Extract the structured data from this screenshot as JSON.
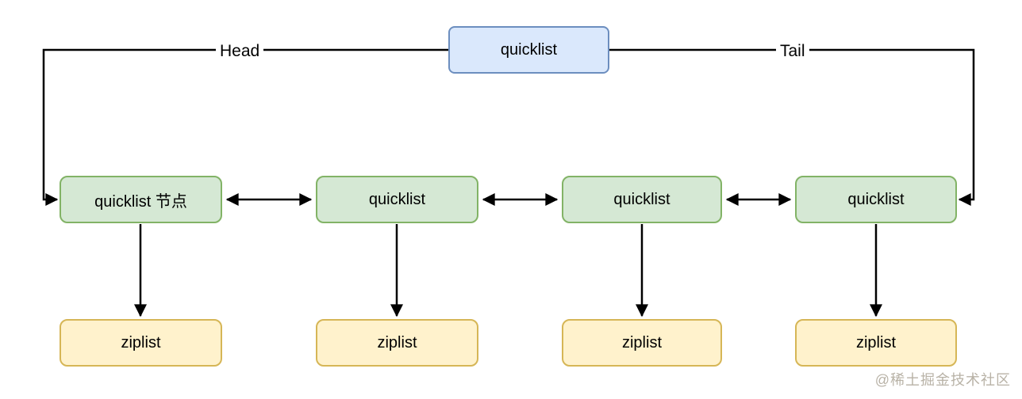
{
  "diagram": {
    "root": {
      "label": "quicklist"
    },
    "edges": {
      "head_label": "Head",
      "tail_label": "Tail"
    },
    "nodes": [
      {
        "label": "quicklist 节点"
      },
      {
        "label": "quicklist"
      },
      {
        "label": "quicklist"
      },
      {
        "label": "quicklist"
      }
    ],
    "ziplists": [
      {
        "label": "ziplist"
      },
      {
        "label": "ziplist"
      },
      {
        "label": "ziplist"
      },
      {
        "label": "ziplist"
      }
    ]
  },
  "watermark": "@稀土掘金技术社区",
  "colors": {
    "root-fill": "#dae8fc",
    "root-stroke": "#6c8ebf",
    "node-fill": "#d5e8d4",
    "node-stroke": "#82b366",
    "ziplist-fill": "#fff2cc",
    "ziplist-stroke": "#d6b656",
    "connector": "#000000",
    "watermark": "#b8b2a6"
  }
}
